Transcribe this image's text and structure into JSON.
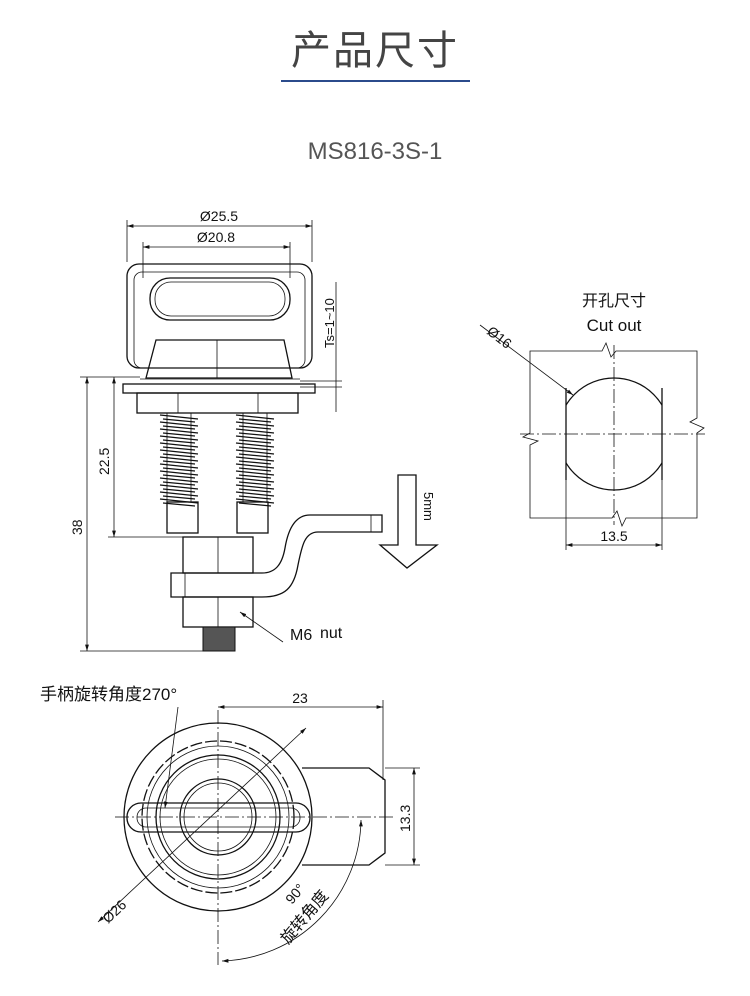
{
  "header": {
    "title": "产品尺寸",
    "accent_color": "#2b4b8c"
  },
  "model": "MS816-3S-1",
  "side_view": {
    "dim_outer": "Ø25.5",
    "dim_inner": "Ø20.8",
    "dim_thickness": "Ts=1~10",
    "dim_height_spring": "22.5",
    "dim_height_total": "38",
    "dim_travel": "5mm",
    "nut_label_a": "M6",
    "nut_label_b": "nut"
  },
  "cutout": {
    "title_cn": "开孔尺寸",
    "title_en": "Cut out",
    "dim_diameter": "Ø16",
    "dim_width": "13.5"
  },
  "top_view": {
    "handle_rotation": "手柄旋转角度270°",
    "dim_length": "23",
    "dim_height": "13.3",
    "dim_diameter": "Ø26",
    "cam_angle": "90°",
    "cam_rotation_label": "旋转角度"
  }
}
